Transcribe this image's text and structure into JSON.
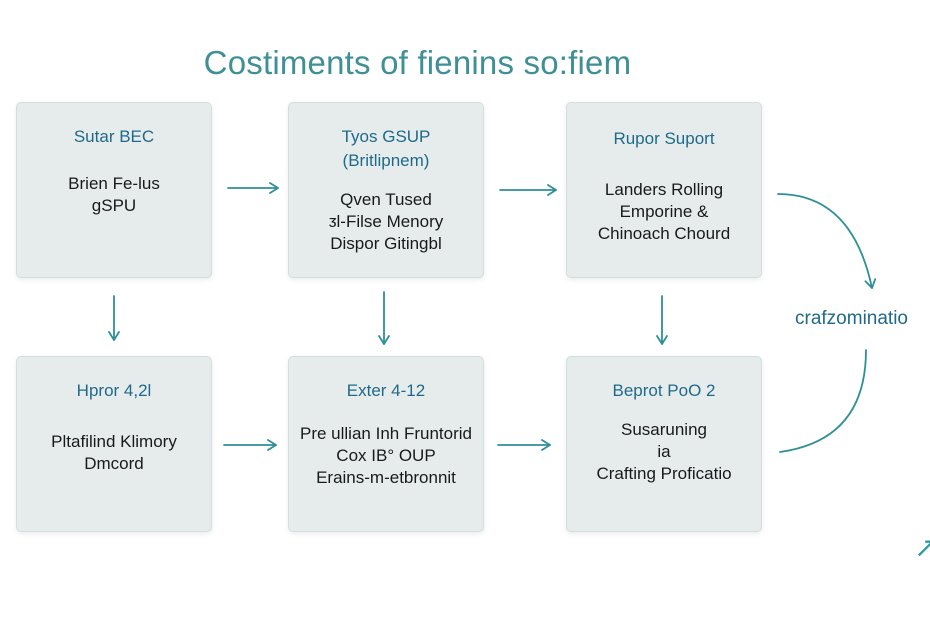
{
  "title": "Costiments of fienins so:fiem",
  "boxes": [
    {
      "head": [
        "Sutar BEC"
      ],
      "body": [
        "Brien Fe-lus",
        "gSPU"
      ]
    },
    {
      "head": [
        "Tyos GSUP",
        "(Britlipnem)"
      ],
      "body": [
        "Qven Tused",
        "ᴣl-Filse Menory",
        "Dispor Gitingbl"
      ]
    },
    {
      "head": [
        "Rupor Suport"
      ],
      "body": [
        "Landers Rolling",
        "Emporine &",
        "Chinoach Chourd"
      ]
    },
    {
      "head": [
        "Hpror 4,2l"
      ],
      "body": [
        "Pltafilind Klimory",
        "Dmcord"
      ]
    },
    {
      "head": [
        "Exter 4-12"
      ],
      "body": [
        "Pre ullian Inh Fruntorid",
        "Cox IB° OUP",
        "Erains-m-etbronnit"
      ]
    },
    {
      "head": [
        "Beprot PoO 2"
      ],
      "body": [
        "Susaruning",
        "ia",
        "Crafting Proficatio"
      ]
    }
  ],
  "side_label": "crafzominatio",
  "colors": {
    "arrow": "#2f8f98",
    "box": "#e6ecec",
    "title": "#3e8f96"
  }
}
